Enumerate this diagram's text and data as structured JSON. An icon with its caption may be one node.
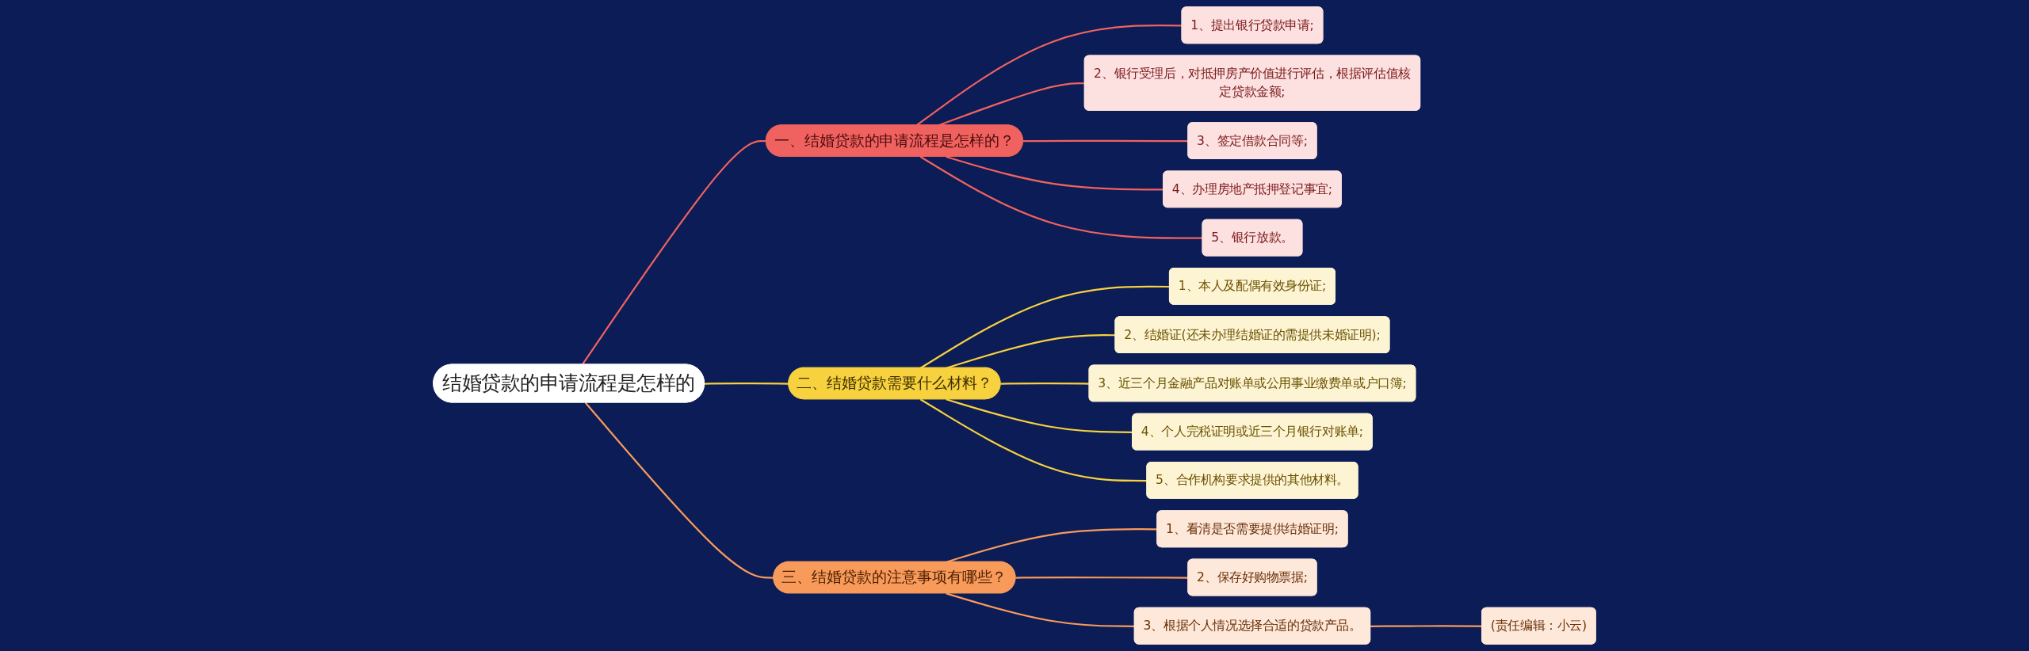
{
  "diagram": {
    "nodes": [
      {
        "text": [
          "结婚贷款的申请流程是怎样的"
        ]
      },
      {
        "text": [
          "一、结婚贷款的申请流程是怎样的？"
        ]
      },
      {
        "text": [
          "1、提出银行贷款申请;"
        ]
      },
      {
        "text": [
          "2、银行受理后，对抵押房产价值进行评估，根据评估值核定贷款金额;"
        ]
      },
      {
        "text": [
          "3、签定借款合同等;"
        ]
      },
      {
        "text": [
          "4、办理房地产抵押登记事宜;"
        ]
      },
      {
        "text": [
          "5、银行放款。"
        ]
      },
      {
        "text": [
          "二、结婚贷款需要什么材料？"
        ]
      },
      {
        "text": [
          "1、本人及配偶有效身份证;"
        ]
      },
      {
        "text": [
          "2、结婚证(还未办理结婚证的需提供未婚证明);"
        ]
      },
      {
        "text": [
          "3、近三个月金融产品对账单或公用事业缴费单或户口簿;"
        ]
      },
      {
        "text": [
          "4、个人完税证明或近三个月银行对账单;"
        ]
      },
      {
        "text": [
          "5、合作机构要求提供的其他材料。"
        ]
      },
      {
        "text": [
          "三、结婚贷款的注意事项有哪些？"
        ]
      },
      {
        "text": [
          "1、看清是否需要提供结婚证明;"
        ]
      },
      {
        "text": [
          "2、保存好购物票据;"
        ]
      },
      {
        "text": [
          "3、根据个人情况选择合适的贷款产品。"
        ]
      },
      {
        "text": [
          "(责任编辑：小云)"
        ]
      }
    ],
    "edges": [
      {
        "from": 0,
        "to": 1,
        "arrow": "none",
        "color": "#f0625f"
      },
      {
        "from": 1,
        "to": 2,
        "arrow": "none",
        "color": "#f0625f"
      },
      {
        "from": 1,
        "to": 3,
        "arrow": "none",
        "color": "#f0625f"
      },
      {
        "from": 1,
        "to": 4,
        "arrow": "none",
        "color": "#f0625f"
      },
      {
        "from": 1,
        "to": 5,
        "arrow": "none",
        "color": "#f0625f"
      },
      {
        "from": 1,
        "to": 6,
        "arrow": "none",
        "color": "#f0625f"
      },
      {
        "from": 0,
        "to": 7,
        "arrow": "none",
        "color": "#f7d13e"
      },
      {
        "from": 7,
        "to": 8,
        "arrow": "none",
        "color": "#f7d13e"
      },
      {
        "from": 7,
        "to": 9,
        "arrow": "none",
        "color": "#f7d13e"
      },
      {
        "from": 7,
        "to": 10,
        "arrow": "none",
        "color": "#f7d13e"
      },
      {
        "from": 7,
        "to": 11,
        "arrow": "none",
        "color": "#f7d13e"
      },
      {
        "from": 7,
        "to": 12,
        "arrow": "none",
        "color": "#f7d13e"
      },
      {
        "from": 0,
        "to": 13,
        "arrow": "none",
        "color": "#f89a5a"
      },
      {
        "from": 13,
        "to": 14,
        "arrow": "none",
        "color": "#f89a5a"
      },
      {
        "from": 13,
        "to": 15,
        "arrow": "none",
        "color": "#f89a5a"
      },
      {
        "from": 13,
        "to": 16,
        "arrow": "none",
        "color": "#f89a5a"
      },
      {
        "from": 16,
        "to": 17,
        "arrow": "none",
        "color": "#f89a5a"
      }
    ]
  }
}
